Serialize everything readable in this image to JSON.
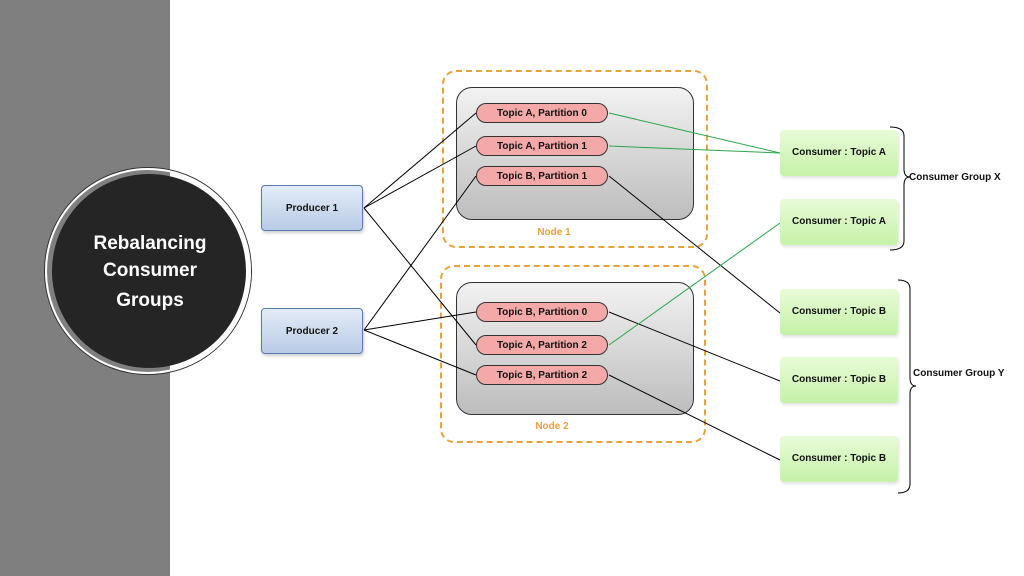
{
  "title": {
    "line1": "Rebalancing",
    "line2": "Consumer",
    "line3": "Groups"
  },
  "nodes": [
    {
      "label": "Node 1",
      "partitions": [
        "Topic A, Partition 0",
        "Topic A, Partition 1",
        "Topic B, Partition 1"
      ]
    },
    {
      "label": "Node 2",
      "partitions": [
        "Topic B, Partition 0",
        "Topic A, Partition 2",
        "Topic B, Partition 2"
      ]
    }
  ],
  "producers": [
    "Producer 1",
    "Producer 2"
  ],
  "consumers": [
    "Consumer : Topic A",
    "Consumer : Topic A",
    "Consumer : Topic B",
    "Consumer : Topic B",
    "Consumer : Topic B"
  ],
  "groups": {
    "x": "Consumer Group X",
    "y": "Consumer Group Y"
  },
  "colors": {
    "sidebar": "#7f7f7f",
    "node_border": "#e8a23c",
    "partition": "#f4a8a8",
    "producer": "#c8d7ee",
    "consumer": "#d4f7bc",
    "link_active": "#2aa84a",
    "link_default": "#000000"
  }
}
